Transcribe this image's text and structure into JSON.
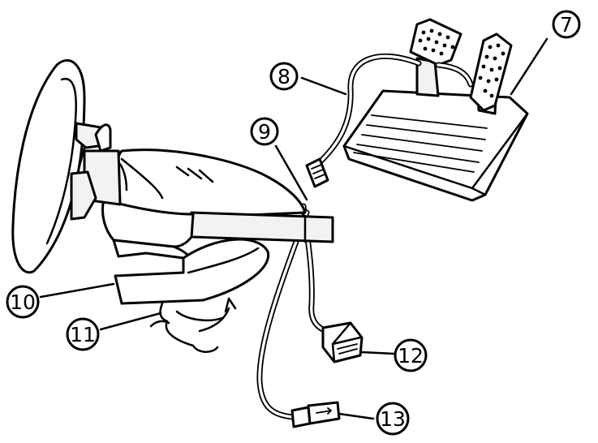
{
  "figure": {
    "callouts": [
      {
        "id": "7",
        "text": "7"
      },
      {
        "id": "8",
        "text": "8"
      },
      {
        "id": "9",
        "text": "9"
      },
      {
        "id": "10",
        "text": "10"
      },
      {
        "id": "11",
        "text": "11"
      },
      {
        "id": "12",
        "text": "12"
      },
      {
        "id": "13",
        "text": "13"
      }
    ],
    "parts": [
      {
        "name": "steering-wheel"
      },
      {
        "name": "wheel-base"
      },
      {
        "name": "pedal-set"
      },
      {
        "name": "pedal-connector"
      },
      {
        "name": "table-clamp"
      },
      {
        "name": "clamp-screw"
      },
      {
        "name": "console-connector"
      },
      {
        "name": "usb-connector"
      }
    ]
  }
}
